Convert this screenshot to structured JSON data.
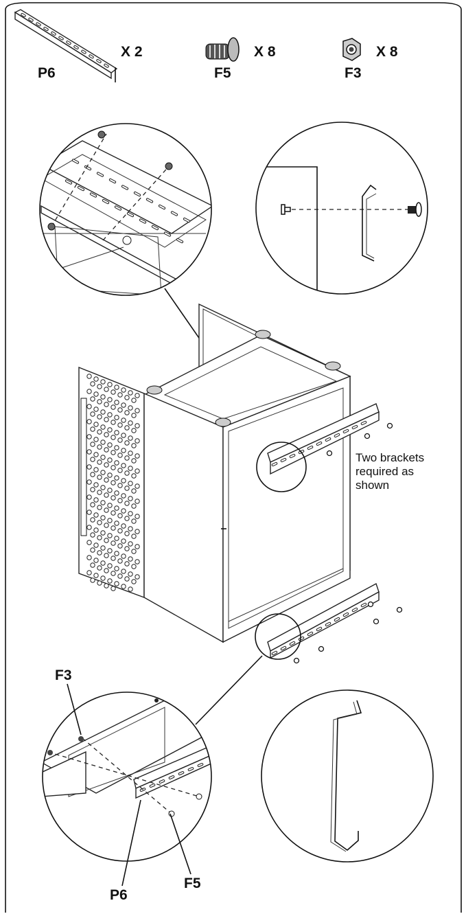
{
  "parts": [
    {
      "code": "P6",
      "quantity": "X 2",
      "icon": "bracket-rail-icon"
    },
    {
      "code": "F5",
      "quantity": "X 8",
      "icon": "bolt-icon"
    },
    {
      "code": "F3",
      "quantity": "X 8",
      "icon": "nut-icon"
    }
  ],
  "note": {
    "lines": [
      "Two brackets",
      "required as",
      "shown"
    ]
  },
  "callout_labels": {
    "f3": "F3",
    "p6": "P6",
    "f5": "F5"
  },
  "colors": {
    "line": "#111111",
    "background": "#ffffff"
  }
}
